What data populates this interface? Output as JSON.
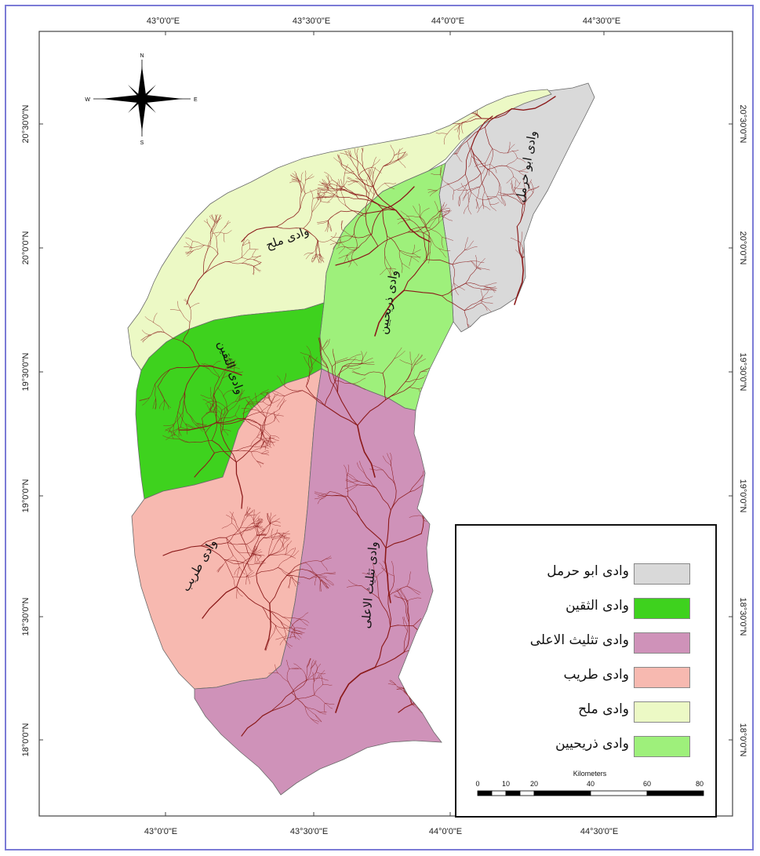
{
  "map": {
    "longitude_ticks": [
      "43°0'0\"E",
      "43°30'0\"E",
      "44°0'0\"E",
      "44°30'0\"E"
    ],
    "latitude_ticks": [
      "20°30'0\"N",
      "20°0'0\"N",
      "19°30'0\"N",
      "19°0'0\"N",
      "18°30'0\"N",
      "18°0'0\"N"
    ],
    "north_arrow": {
      "n": "N",
      "s": "S",
      "e": "E",
      "w": "W"
    },
    "basins": [
      {
        "id": "abu-harmal",
        "label": "وادى ابو حرمل",
        "color": "#d9d9d9"
      },
      {
        "id": "thaqin",
        "label": "وادى الثقين",
        "color": "#3ed21e"
      },
      {
        "id": "tathlith-upper",
        "label": "وادى تثليث الاعلى",
        "color": "#cf92b9"
      },
      {
        "id": "tarib",
        "label": "وادى طريب",
        "color": "#f7b9b0"
      },
      {
        "id": "malh",
        "label": "وادى ملح",
        "color": "#ecf9c5"
      },
      {
        "id": "thuraiyin",
        "label": "وادى ذريحيين",
        "color": "#9ef07b"
      }
    ],
    "stream_color": "#8b1a1a",
    "scale": {
      "unit": "Kilometers",
      "ticks": [
        "0",
        "10",
        "20",
        "40",
        "60",
        "80"
      ]
    }
  }
}
